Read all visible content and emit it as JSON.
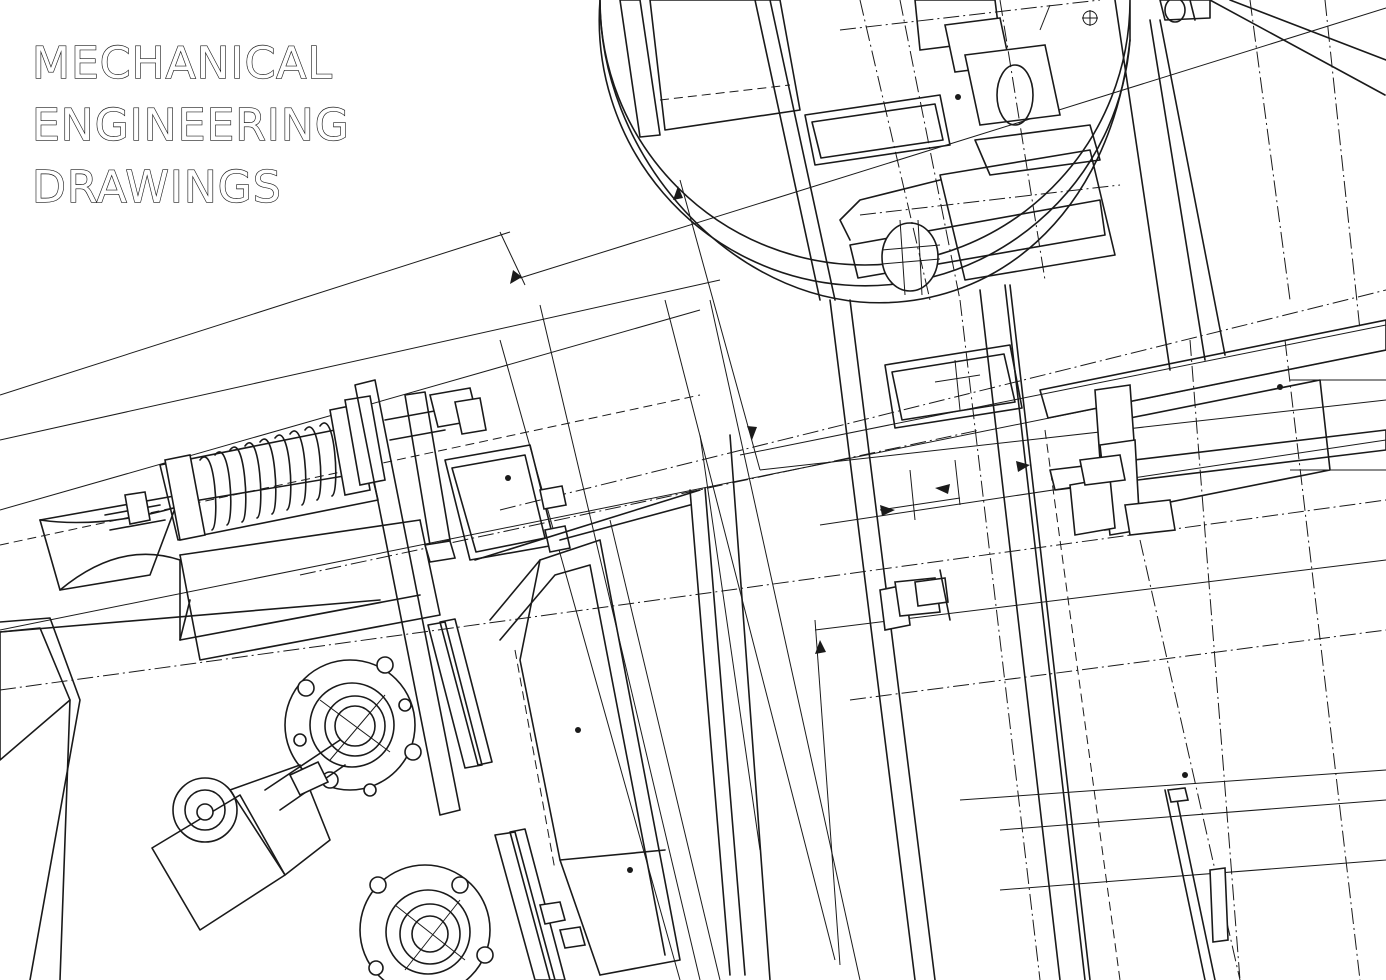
{
  "title": {
    "lines": [
      "MECHANICAL",
      "ENGINEERING",
      "DRAWINGS"
    ]
  },
  "colors": {
    "background": "#ffffff",
    "ink": "#1a1a1a"
  },
  "drawing": {
    "style": "technical blueprint line art",
    "components": [
      "spring-damper",
      "flange",
      "pipe-valve",
      "bracket",
      "detail-view-circle",
      "shaft-assembly",
      "dimension-lines"
    ]
  }
}
